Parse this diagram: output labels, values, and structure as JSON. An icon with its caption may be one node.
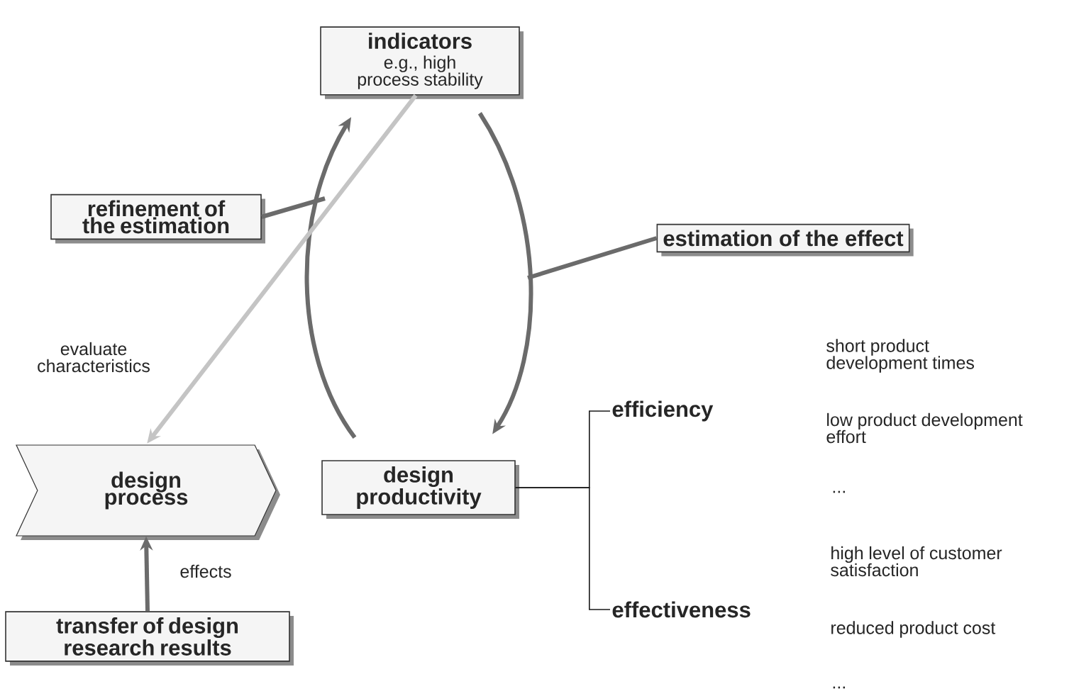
{
  "diagram": {
    "nodes": [
      {
        "text": [
          "indicators",
          "e.g., high process stability"
        ]
      },
      {
        "text": [
          "refinement of the estimation"
        ]
      },
      {
        "text": [
          "estimation of the effect"
        ]
      },
      {
        "text": [
          "design process"
        ]
      },
      {
        "text": [
          "design productivity"
        ]
      },
      {
        "text": [
          "transfer of design research results"
        ]
      },
      {
        "text": [
          "efficiency"
        ]
      },
      {
        "text": [
          "effectiveness"
        ]
      }
    ],
    "edges": [
      {
        "from": 4,
        "to": 0,
        "arrow": "to"
      },
      {
        "from": 0,
        "to": 4,
        "arrow": "to"
      },
      {
        "from": 1,
        "to": null,
        "arrow": "none"
      },
      {
        "from": 2,
        "to": null,
        "arrow": "none"
      },
      {
        "from": 0,
        "to": 3,
        "arrow": "to",
        "label": "evaluate characteristics",
        "color": "#c4c4c4"
      },
      {
        "from": 5,
        "to": 3,
        "arrow": "to",
        "label": "effects"
      },
      {
        "from": 4,
        "to": 6,
        "arrow": "none",
        "color": "#1a1a1a"
      },
      {
        "from": 4,
        "to": 7,
        "arrow": "none",
        "color": "#1a1a1a"
      }
    ],
    "labels": [
      "short product development times",
      "low product development effort",
      "...",
      "high level of customer satisfaction",
      "reduced product cost",
      "..."
    ]
  }
}
